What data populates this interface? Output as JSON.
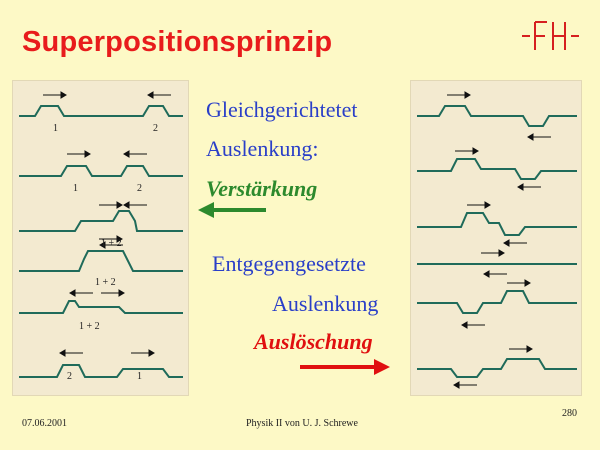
{
  "slide": {
    "title": "Superpositionsprinzip",
    "logo_text": "FH",
    "center": {
      "same_direction_line1": "Gleichgerichtetet",
      "same_direction_line2": "Auslenkung:",
      "amplification": "Verstärkung",
      "opposite_line1": "Entgegengesetzte",
      "opposite_line2": "Auslenkung",
      "cancellation": "Auslöschung"
    },
    "footer": {
      "date": "07.06.2001",
      "center": "Physik II von U. J. Schrewe",
      "page": "280"
    },
    "colors": {
      "title": "#e81c1c",
      "text": "#2a3fc8",
      "amplification": "#2d8a2d",
      "cancellation": "#e01010",
      "wave": "#1f6b5a",
      "background": "#fdf9c6",
      "panel": "#f3ead0"
    },
    "left_labels": {
      "row1_a": "1",
      "row1_b": "2",
      "row2_a": "1",
      "row2_b": "2",
      "row3": "1 + 2",
      "row4": "1 + 2",
      "row5": "1 + 2",
      "row6_a": "2",
      "row6_b": "1"
    }
  }
}
